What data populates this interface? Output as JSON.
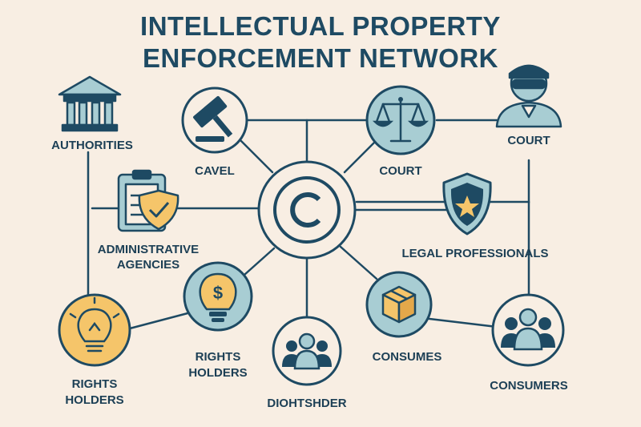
{
  "title": {
    "line1": "INTELLECTUAL PROPERTY",
    "line2": "ENFORCEMENT NETWORK"
  },
  "colors": {
    "background": "#f8eee3",
    "navy": "#1e4a63",
    "teal_fill": "#a8cdd3",
    "amber_fill": "#f5c56a",
    "line": "#1e4a63"
  },
  "nodes": {
    "center": {
      "icon": "copyright-icon"
    },
    "authorities": {
      "label": "AUTHORITIES",
      "icon": "government-building-icon"
    },
    "gavel": {
      "label": "CAVEL",
      "icon": "gavel-icon"
    },
    "court_scales": {
      "label": "COURT",
      "icon": "scales-of-justice-icon"
    },
    "court_officer": {
      "label": "COURT",
      "icon": "masked-officer-icon"
    },
    "admin_agencies": {
      "label_line1": "ADMINISTRATIVE",
      "label_line2": "AGENCIES",
      "icon": "clipboard-shield-icon"
    },
    "legal_professionals": {
      "label": "LEGAL PROFESSIONALS",
      "icon": "police-badge-shield-icon"
    },
    "rights_holders_left": {
      "label_line1": "RIGHTS",
      "label_line2": "HOLDERS",
      "icon": "lightbulb-icon"
    },
    "rights_holders_mid": {
      "label_line1": "RIGHTS",
      "label_line2": "HOLDERS",
      "icon": "dollar-lightbulb-icon"
    },
    "group_bottom": {
      "label": "DIOHTSHDER",
      "icon": "people-group-icon"
    },
    "consumes": {
      "label": "CONSUMES",
      "icon": "package-box-icon"
    },
    "consumers": {
      "label": "CONSUMERS",
      "icon": "people-group-icon"
    }
  }
}
